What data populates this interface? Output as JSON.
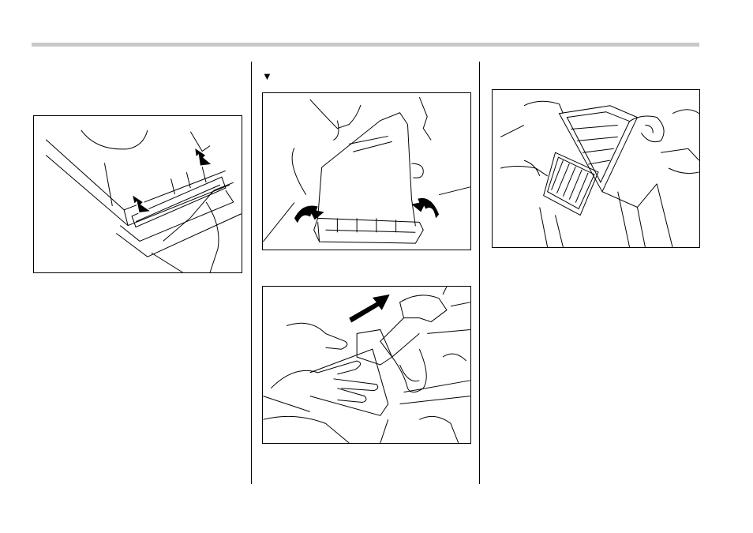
{
  "page": {
    "section_marker": "▼"
  },
  "figures": [
    {
      "id": "fig-1",
      "icon": "filter-clips-arrows-illustration"
    },
    {
      "id": "fig-2",
      "icon": "airbox-cover-clips-illustration"
    },
    {
      "id": "fig-3",
      "icon": "lift-cover-hands-illustration"
    },
    {
      "id": "fig-4",
      "icon": "remove-filter-element-illustration"
    }
  ],
  "colors": {
    "rule": "#c8c8c8",
    "ink": "#000000",
    "paper": "#ffffff"
  }
}
